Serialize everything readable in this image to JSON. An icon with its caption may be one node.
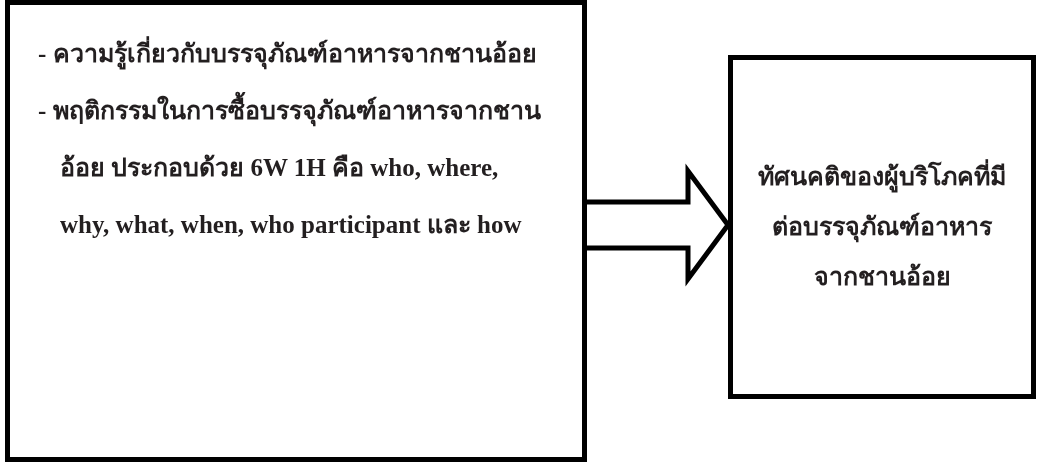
{
  "diagram": {
    "nodes": [
      {
        "text": [
          "- ความรู้เกี่ยวกับบรรจุภัณฑ์อาหารจากชานอ้อย",
          "- พฤติกรรมในการซื้อบรรจุภัณฑ์อาหารจากชานอ้อย ประกอบด้วย 6W 1H คือ who, where, why, what, when, who participant และ how"
        ]
      },
      {
        "text": [
          "ทัศนคติของผู้บริโภคที่มีต่อบรรจุภัณฑ์อาหารจากชานอ้อย"
        ]
      }
    ],
    "edges": [
      {
        "from": 0,
        "to": 1,
        "arrow": "to"
      }
    ]
  }
}
